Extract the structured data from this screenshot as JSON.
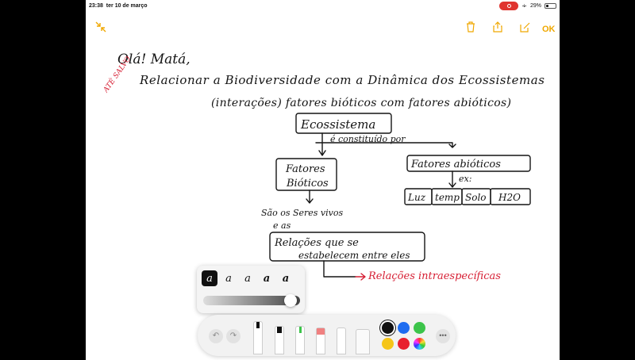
{
  "status_bar": {
    "time": "23:38",
    "date": "ter 10 de março",
    "battery": "29%",
    "battery_level": 0.29,
    "recording": true
  },
  "toolbar": {
    "minimize_icon": "arrows-in-icon",
    "trash_icon": "trash-icon",
    "share_icon": "share-icon",
    "markup_icon": "pencil-square-icon",
    "ok_label": "OK",
    "accent_color": "#f0a800"
  },
  "note": {
    "greeting": "Olá! Matá,",
    "label_red": "ATÉ SALVO",
    "line1": "Relacionar a Biodiversidade com a Dinâmica dos Ecossistemas",
    "line2": "(interações) fatores bióticos com fatores abióticos)",
    "box_ecossistema": "Ecossistema",
    "under_eco": "é constituído por",
    "box_bioticos_1": "Fatores",
    "box_bioticos_2": "Bióticos",
    "box_abioticos": "Fatores abióticos",
    "abio_sub": "ex:",
    "abio_items": [
      "Luz",
      "temp",
      "Solo",
      "H2O"
    ],
    "bio_note_1": "São os Seres vivos",
    "bio_note_2": "e as",
    "box_relacoes_1": "Relações que se",
    "box_relacoes_2": "estabelecem entre eles",
    "red_arrow_label": "Relações intraespecíficas"
  },
  "stroke_panel": {
    "options": [
      "a",
      "a",
      "a",
      "a",
      "a"
    ],
    "selected_index": 0,
    "opacity": 0.9
  },
  "palette": {
    "undo_icon": "undo-icon",
    "redo_icon": "redo-icon",
    "tools": [
      "pen",
      "marker",
      "pencil",
      "eraser",
      "lasso",
      "ruler"
    ],
    "colors": [
      "#111111",
      "#1e6cf0",
      "#3cc44a",
      "#f5c518",
      "#e8202e",
      "multicolor"
    ],
    "selected_color": "#111111",
    "more_label": "•••"
  }
}
